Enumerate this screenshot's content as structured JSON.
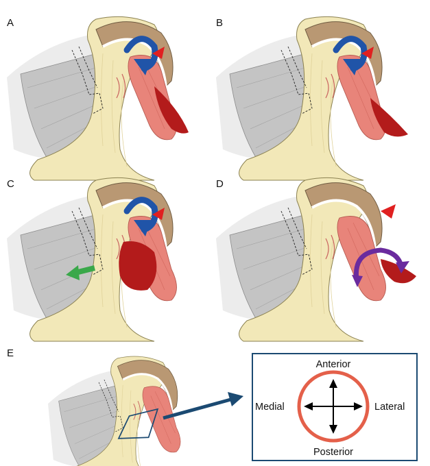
{
  "panels": {
    "a": {
      "letter": "A"
    },
    "b": {
      "letter": "B"
    },
    "c": {
      "letter": "C"
    },
    "d": {
      "letter": "D"
    },
    "e": {
      "letter": "E"
    }
  },
  "orientation": {
    "anterior": "Anterior",
    "posterior": "Posterior",
    "medial": "Medial",
    "lateral": "Lateral"
  },
  "colors": {
    "bone": "#f2e8b8",
    "bone_edge": "#8a8050",
    "tissue_gray": "#bfbfbf",
    "socket_brown": "#b99873",
    "muscle_pink": "#e8847a",
    "hematoma": "#b31b1b",
    "flow_arrow": "#2054a8",
    "pointer_arrow": "#e02020",
    "shift_arrow": "#3aa84a",
    "rotation_arrow": "#6a2b9e",
    "inset_frame": "#1b4a72",
    "compass_ring": "#e4604a"
  },
  "icons": {
    "flow": "curved-arrow-icon",
    "pointer": "red-arrowhead-icon",
    "shift": "green-arrow-icon",
    "rotation": "rotation-arrow-icon",
    "compass": "crosshair-arrows-icon"
  }
}
